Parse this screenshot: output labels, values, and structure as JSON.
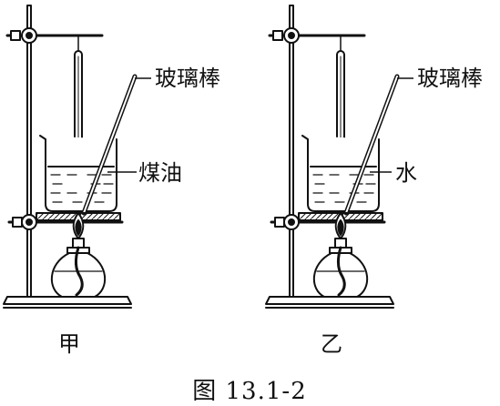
{
  "labels": {
    "glass_rod_left": "玻璃棒",
    "liquid_left": "煤油",
    "setup_left": "甲",
    "glass_rod_right": "玻璃棒",
    "liquid_right": "水",
    "setup_right": "乙"
  },
  "caption": "图 13.1-2",
  "colors": {
    "line": "#111111",
    "background": "#ffffff"
  },
  "icons": {
    "clamp": "clamp-knob-icon",
    "thermometer": "thermometer-icon",
    "burner": "alcohol-lamp-icon"
  }
}
